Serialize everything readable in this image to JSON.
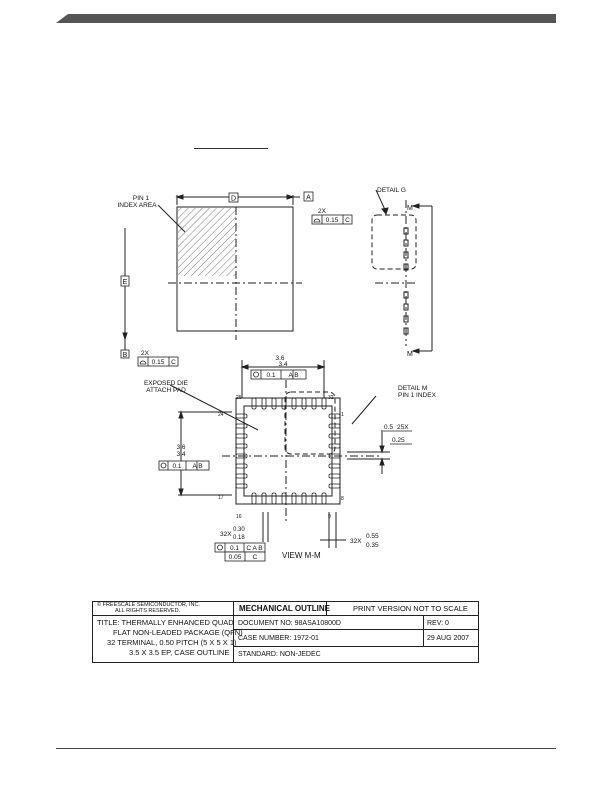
{
  "drawing": {
    "pin1_index_area": [
      "PIN 1",
      "INDEX AREA"
    ],
    "dim_d": "D",
    "datum_a": "A",
    "datum_b": "B",
    "dim_e": "E",
    "detail_g": "DETAIL G",
    "m_top": "M",
    "m_bottom": "M",
    "tol_2x_top": "2X",
    "tol_2x_top_val": "0.15",
    "tol_2x_top_ref": "C",
    "tol_2x_left": "2X",
    "tol_2x_left_val": "0.15",
    "tol_2x_left_ref": "C",
    "exposed_pad": [
      "EXPOSED DIE",
      "ATTACH PAD"
    ],
    "dim_36_top": "3.6",
    "dim_34_top": "3.4",
    "tol_top_val": "0.1",
    "tol_top_refs": "A B",
    "detail_m": [
      "DETAIL M",
      "PIN 1 INDEX"
    ],
    "pin_25": "25",
    "pin_32": "32",
    "pin_24": "24",
    "pin_17": "17",
    "pin_16": "16",
    "pin_9": "9",
    "pin_8": "8",
    "pin_1": "1",
    "dim_36_left": "3.6",
    "dim_34_left": "3.4",
    "tol_left_val": "0.1",
    "tol_left_refs": "A B",
    "dim_05": "0.5",
    "dim_25x": "25X",
    "dim_025": "0.25",
    "dim_32x_a": "32X",
    "dim_030": "0.30",
    "dim_018": "0.18",
    "tol_pin_1": "0.1",
    "tol_pin_1_refs": "C A B",
    "tol_pin_2": "0.05",
    "tol_pin_2_refs": "C",
    "dim_32x_b": "32X",
    "dim_055": "0.55",
    "dim_035": "0.35",
    "view_mm": "VIEW M-M"
  },
  "title_block": {
    "copyright": [
      "© FREESCALE SEMICONDUCTOR, INC.",
      "ALL RIGHTS RESERVED."
    ],
    "header": "MECHANICAL OUTLINE",
    "print_version": "PRINT VERSION NOT TO SCALE",
    "title": [
      "TITLE:  THERMALLY ENHANCED QUAD",
      "FLAT NON-LEADED PACKAGE (QFN)",
      "32 TERMINAL, 0.50 PITCH (5 X 5 X 1)",
      "3.5 X 3.5 EP, CASE OUTLINE"
    ],
    "document_no": "DOCUMENT NO: 98ASA10800D",
    "rev": "REV: 0",
    "case_number": "CASE NUMBER: 1972-01",
    "date": "29 AUG 2007",
    "standard": "STANDARD: NON-JEDEC"
  }
}
